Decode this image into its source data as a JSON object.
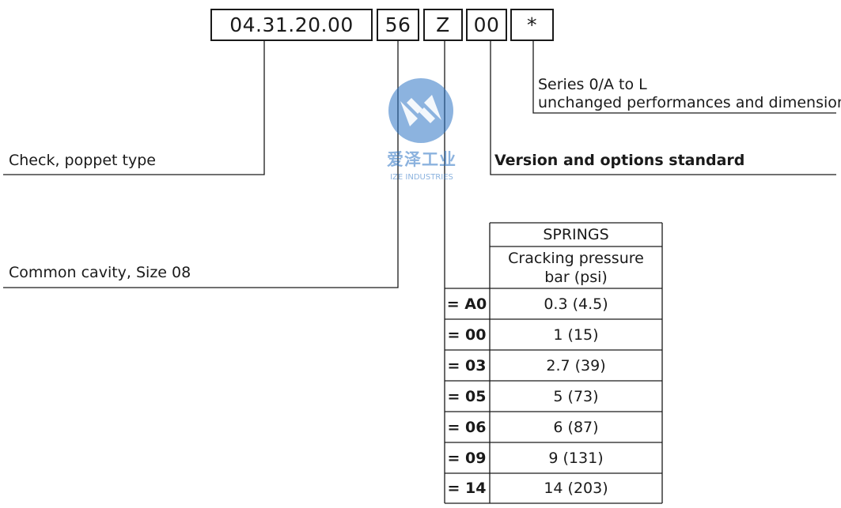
{
  "code": {
    "segments": [
      "04.31.20.00",
      "56",
      "Z",
      "00",
      "*"
    ]
  },
  "labels": {
    "series_line1": "Series 0/A to L",
    "series_line2": "unchanged performances and dimensions",
    "version": "Version and options standard",
    "check": "Check, poppet type",
    "cavity": "Common cavity, Size 08"
  },
  "springs_table": {
    "title": "SPRINGS",
    "header_line1": "Cracking pressure",
    "header_line2": "bar (psi)",
    "rows": [
      {
        "code": "= A0",
        "value": "0.3 (4.5)"
      },
      {
        "code": "= 00",
        "value": "1 (15)"
      },
      {
        "code": "= 03",
        "value": "2.7 (39)"
      },
      {
        "code": "= 05",
        "value": "5 (73)"
      },
      {
        "code": "= 06",
        "value": "6 (87)"
      },
      {
        "code": "= 09",
        "value": "9 (131)"
      },
      {
        "code": "= 14",
        "value": "14 (203)"
      }
    ]
  },
  "watermark": {
    "cn": "爱泽工业",
    "en": "IZE INDUSTRIES",
    "color": "#2e75c4"
  }
}
